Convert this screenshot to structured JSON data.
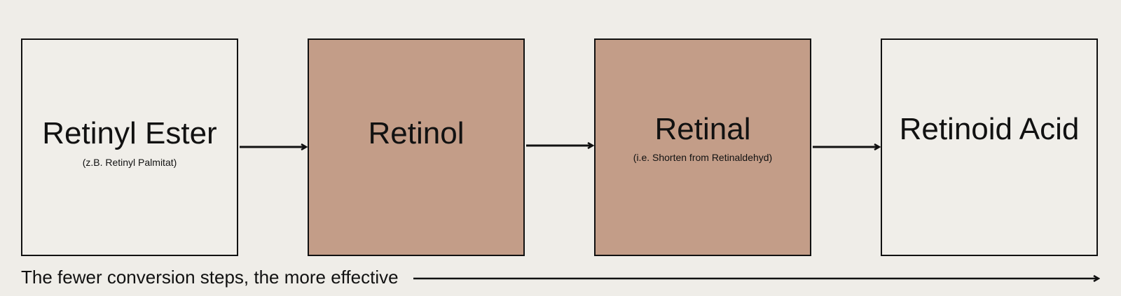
{
  "diagram": {
    "stages": [
      {
        "name": "Retinyl Ester",
        "note": "(z.B. Retinyl Palmitat)",
        "highlighted": false
      },
      {
        "name": "Retinol",
        "note": "",
        "highlighted": true
      },
      {
        "name": "Retinal",
        "note": "(i.e. Shorten from Retinaldehyd)",
        "highlighted": true
      },
      {
        "name": "Retinoid Acid",
        "note": "",
        "highlighted": false
      }
    ],
    "footer": "The fewer conversion steps, the more effective"
  },
  "colors": {
    "background": "#efede8",
    "highlight_fill": "#c39d88",
    "stroke": "#111111"
  }
}
